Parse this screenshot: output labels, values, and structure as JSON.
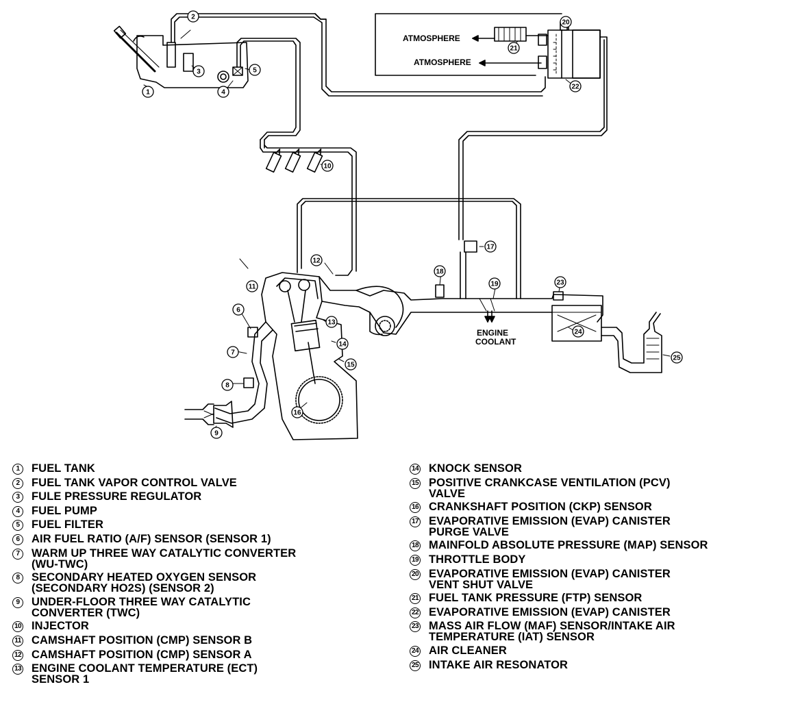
{
  "diagram": {
    "atmosphere_label_1": "ATMOSPHERE",
    "atmosphere_label_2": "ATMOSPHERE",
    "engine_coolant_label": "ENGINE\nCOOLANT"
  },
  "callouts": [
    {
      "num": "1"
    },
    {
      "num": "2"
    },
    {
      "num": "3"
    },
    {
      "num": "4"
    },
    {
      "num": "5"
    },
    {
      "num": "6"
    },
    {
      "num": "7"
    },
    {
      "num": "8"
    },
    {
      "num": "9"
    },
    {
      "num": "10"
    },
    {
      "num": "11"
    },
    {
      "num": "12"
    },
    {
      "num": "13"
    },
    {
      "num": "14"
    },
    {
      "num": "15"
    },
    {
      "num": "16"
    },
    {
      "num": "17"
    },
    {
      "num": "18"
    },
    {
      "num": "19"
    },
    {
      "num": "20"
    },
    {
      "num": "21"
    },
    {
      "num": "22"
    },
    {
      "num": "23"
    },
    {
      "num": "24"
    },
    {
      "num": "25"
    }
  ],
  "legend": {
    "left": [
      {
        "num": "1",
        "text": "FUEL TANK"
      },
      {
        "num": "2",
        "text": "FUEL TANK VAPOR CONTROL VALVE"
      },
      {
        "num": "3",
        "text": "FULE PRESSURE REGULATOR"
      },
      {
        "num": "4",
        "text": "FUEL PUMP"
      },
      {
        "num": "5",
        "text": "FUEL FILTER"
      },
      {
        "num": "6",
        "text": "AIR FUEL RATIO (A/F) SENSOR (SENSOR 1)"
      },
      {
        "num": "7",
        "text": "WARM UP THREE WAY CATALYTIC CONVERTER\n(WU-TWC)"
      },
      {
        "num": "8",
        "text": "SECONDARY HEATED OXYGEN SENSOR\n(SECONDARY HO2S) (SENSOR 2)"
      },
      {
        "num": "9",
        "text": "UNDER-FLOOR THREE WAY CATALYTIC\nCONVERTER (TWC)"
      },
      {
        "num": "10",
        "text": "INJECTOR"
      },
      {
        "num": "11",
        "text": "CAMSHAFT POSITION (CMP) SENSOR B"
      },
      {
        "num": "12",
        "text": "CAMSHAFT POSITION (CMP) SENSOR A"
      },
      {
        "num": "13",
        "text": "ENGINE COOLANT TEMPERATURE (ECT)\nSENSOR 1"
      }
    ],
    "right": [
      {
        "num": "14",
        "text": "KNOCK SENSOR"
      },
      {
        "num": "15",
        "text": "POSITIVE CRANKCASE VENTILATION (PCV)\nVALVE"
      },
      {
        "num": "16",
        "text": "CRANKSHAFT POSITION (CKP) SENSOR"
      },
      {
        "num": "17",
        "text": "EVAPORATIVE EMISSION (EVAP) CANISTER\nPURGE VALVE"
      },
      {
        "num": "18",
        "text": "MAINFOLD ABSOLUTE PRESSURE (MAP) SENSOR"
      },
      {
        "num": "19",
        "text": "THROTTLE BODY"
      },
      {
        "num": "20",
        "text": "EVAPORATIVE EMISSION (EVAP) CANISTER\nVENT SHUT VALVE"
      },
      {
        "num": "21",
        "text": "FUEL TANK PRESSURE (FTP) SENSOR"
      },
      {
        "num": "22",
        "text": "EVAPORATIVE EMISSION (EVAP) CANISTER"
      },
      {
        "num": "23",
        "text": "MASS AIR FLOW (MAF) SENSOR/INTAKE AIR\nTEMPERATURE (IAT) SENSOR"
      },
      {
        "num": "24",
        "text": "AIR CLEANER"
      },
      {
        "num": "25",
        "text": "INTAKE AIR RESONATOR"
      }
    ]
  }
}
